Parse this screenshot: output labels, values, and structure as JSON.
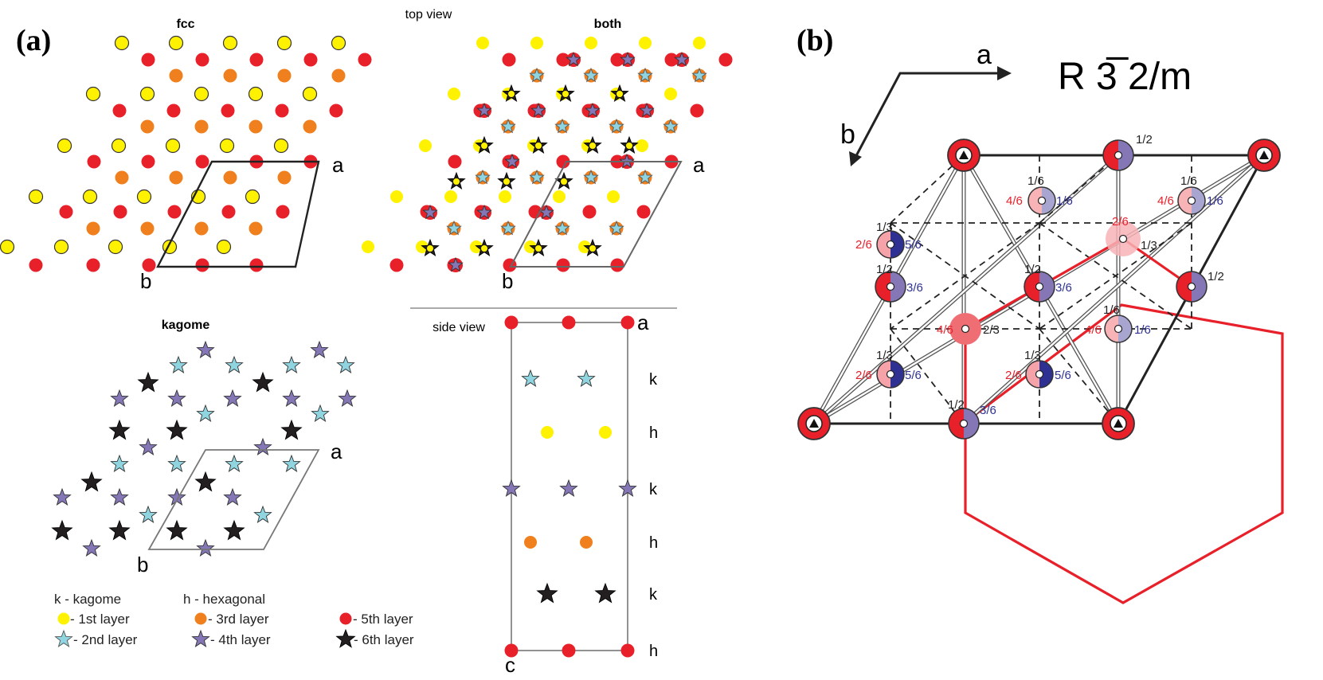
{
  "panel_a": {
    "label": "(a)",
    "fcc_title": "fcc",
    "top_view_label": "top view",
    "both_title": "both",
    "kagome_title": "kagome",
    "side_view_label": "side view",
    "axis_a": "a",
    "axis_b": "b",
    "axis_c": "c",
    "stacking": [
      "k",
      "h",
      "k",
      "h",
      "k",
      "h"
    ],
    "legend": {
      "k_def": "k - kagome",
      "h_def": "h - hexagonal",
      "items": [
        "- 1st layer",
        "- 2nd layer",
        "- 3rd layer",
        "- 4th layer",
        "- 5th layer",
        "- 6th layer"
      ]
    }
  },
  "panel_b": {
    "label": "(b)",
    "axis_a": "a",
    "axis_b": "b",
    "space_group": "R 3̅ 2/m",
    "fractions": {
      "f12": "1/2",
      "f16": "1/6",
      "f46": "4/6",
      "f26": "2/6",
      "f13": "1/3",
      "f56": "5/6",
      "f36": "3/6",
      "f23": "2/3"
    }
  },
  "colors": {
    "red": "#e8202a",
    "orange": "#f07f1e",
    "yellow": "#fff200",
    "light_star": "#8fd4df",
    "purple_star": "#8577b6",
    "black_star": "#231f20",
    "pink": "#f5a3a8",
    "blue": "#2e3192",
    "lilac": "#a8a5d1",
    "light_red": "#f7b3b6"
  }
}
